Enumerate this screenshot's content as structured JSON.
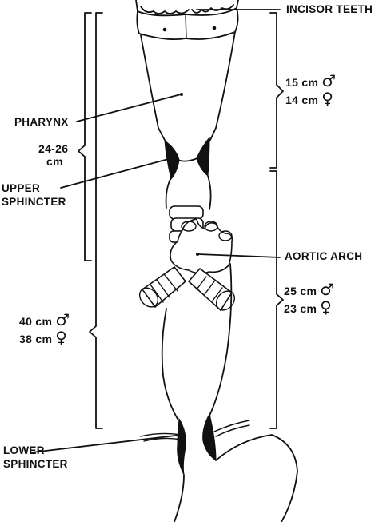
{
  "labels": {
    "incisor_teeth": "INCISOR TEETH",
    "pharynx": "PHARYNX",
    "pharynx_length_value": "24-26",
    "pharynx_length_unit": "cm",
    "upper_sphincter_line1": "UPPER",
    "upper_sphincter_line2": "SPHINCTER",
    "aortic_arch": "AORTIC ARCH",
    "lower_sphincter_line1": "LOWER",
    "lower_sphincter_line2": "SPHINCTER"
  },
  "measurements": {
    "upper_male": "15 cm",
    "upper_female": "14 cm",
    "middle_male": "25 cm",
    "middle_female": "23 cm",
    "total_male": "40 cm",
    "total_female": "38 cm"
  },
  "symbols": {
    "male": "♂",
    "female": "♀"
  }
}
